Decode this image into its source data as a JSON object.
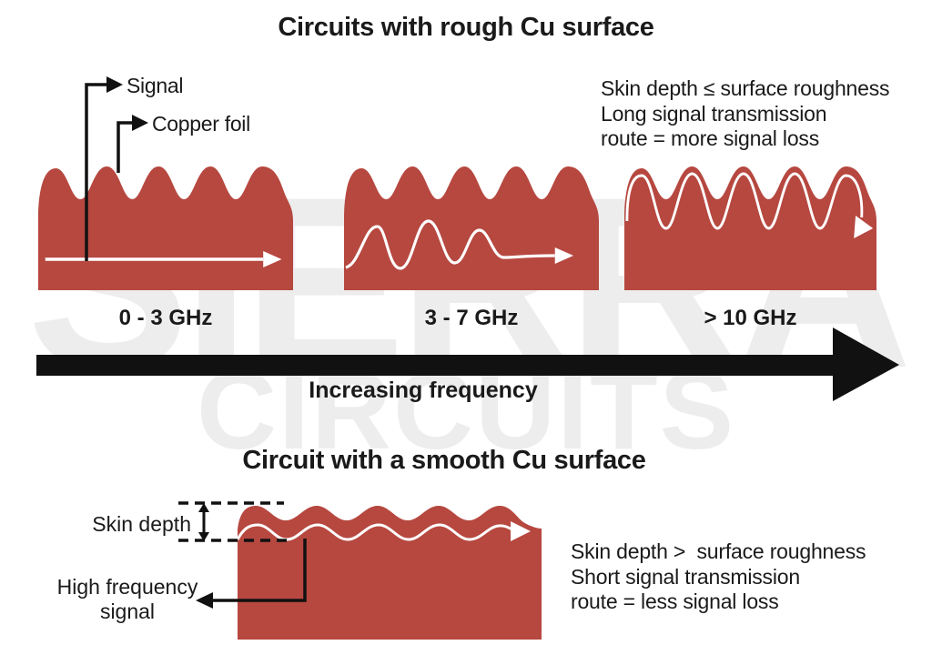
{
  "colors": {
    "copper": "#b4423a",
    "ink": "#111111",
    "watermark": "#ededed",
    "signal": "#ffffff"
  },
  "watermark": {
    "line1": "SIERRA",
    "line2": "CIRCUITS"
  },
  "rough_section": {
    "title": "Circuits with rough Cu surface",
    "labels": {
      "signal": "Signal",
      "copper_foil": "Copper foil"
    },
    "note": {
      "line1": "Skin depth ≤ surface roughness",
      "line2": "Long signal transmission",
      "line3": "route = more signal loss"
    },
    "bands": [
      {
        "range": "0 - 3 GHz"
      },
      {
        "range": "3 - 7 GHz"
      },
      {
        "range": "> 10 GHz"
      }
    ]
  },
  "frequency_axis": {
    "label": "Increasing frequency"
  },
  "smooth_section": {
    "title": "Circuit with a smooth Cu surface",
    "labels": {
      "skin_depth": "Skin depth",
      "high_frequency_line1": "High frequency",
      "high_frequency_line2": "signal"
    },
    "note": {
      "line1": "Skin depth >  surface roughness",
      "line2": "Short signal transmission",
      "line3": "route = less signal loss"
    }
  }
}
